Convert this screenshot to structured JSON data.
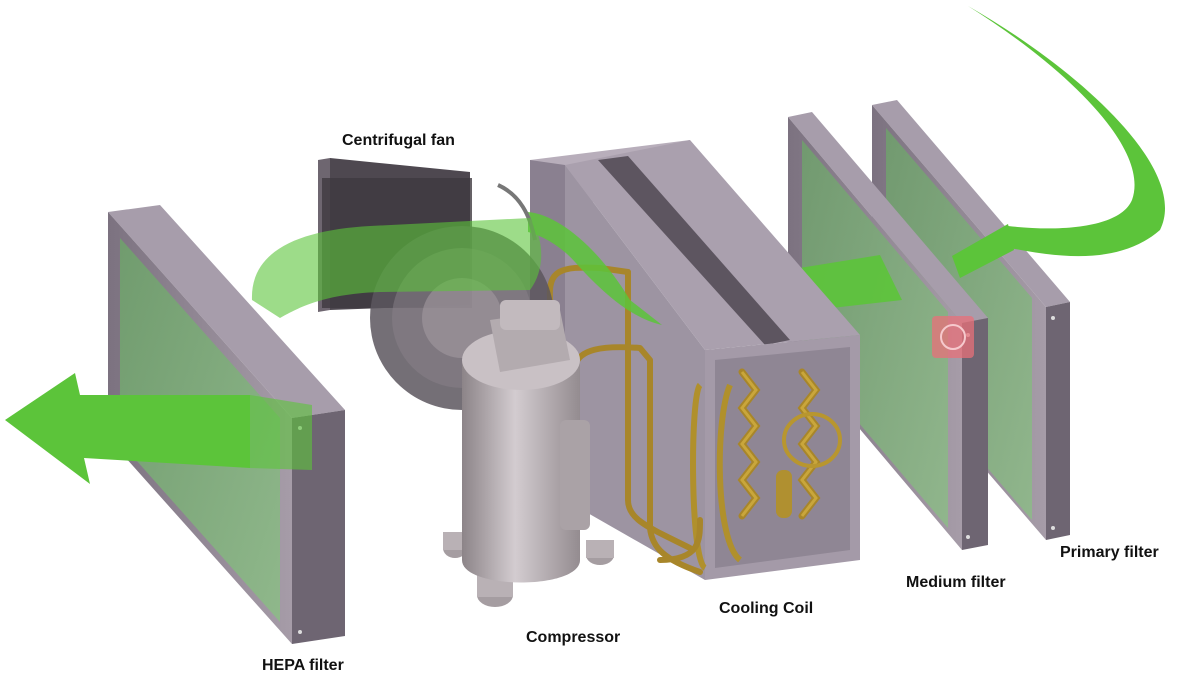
{
  "labels": {
    "centrifugal_fan": "Centrifugal fan",
    "cooling_coil": "Cooling Coil",
    "compressor": "Compressor",
    "hepa_filter": "HEPA filter",
    "medium_filter": "Medium filter",
    "primary_filter": "Primary filter"
  },
  "colors": {
    "airflow_green": "#5cc43a",
    "filter_frame": "#8e8490",
    "filter_media": "#79a877",
    "copper_pipe": "#b0902c",
    "compressor_body": "#b8b0b4"
  },
  "icons": {
    "fan": "centrifugal-fan-icon",
    "compressor": "compressor-icon",
    "coil": "cooling-coil-icon",
    "airflow": "airflow-arrow-icon"
  }
}
